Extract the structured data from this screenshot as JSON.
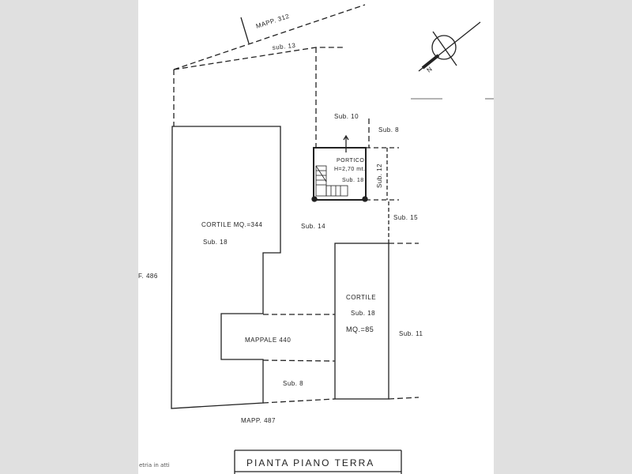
{
  "plan": {
    "title": "PIANTA PIANO TERRA",
    "labels": {
      "mapp_312": "MAPP. 312",
      "sub_13": "sub. 13",
      "sub_10": "Sub. 10",
      "sub_8_top": "Sub. 8",
      "portico": "PORTICO",
      "portico_height": "H=2,70 mt.",
      "portico_sub": "Sub. 18",
      "sub_12": "Sub. 12",
      "sub_15": "Sub. 15",
      "sub_14": "Sub. 14",
      "cortile_main": "CORTILE MQ.=344",
      "cortile_main_sub": "Sub. 18",
      "mapp_486": "F. 486",
      "mappale_440": "MAPPALE 440",
      "cortile_right": "CORTILE",
      "cortile_right_sub": "Sub. 18",
      "cortile_right_area": "MQ.=85",
      "sub_11": "Sub. 11",
      "sub_8_bottom": "Sub. 8",
      "mapp_487": "MAPP. 487"
    },
    "compass_label": "N"
  },
  "caption": "etria in atti"
}
